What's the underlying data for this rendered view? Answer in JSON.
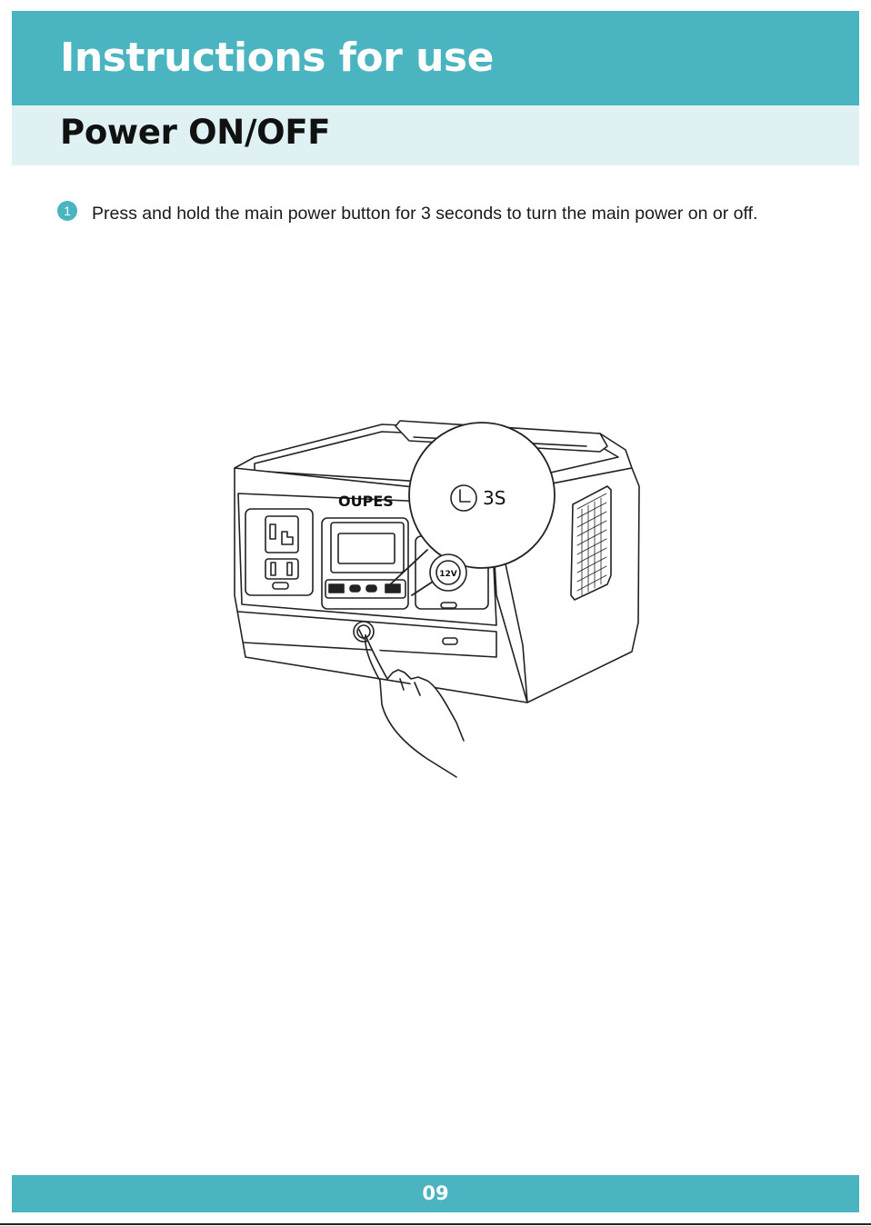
{
  "header": {
    "title": "Instructions for use"
  },
  "section": {
    "title": "Power ON/OFF"
  },
  "steps": [
    {
      "number": "1",
      "text": "Press and hold the main power button for 3 seconds to turn the main power on or off."
    }
  ],
  "illustration": {
    "brand": "OUPES",
    "timer_label": "3S",
    "port_label": "12V",
    "icons": [
      "clock-icon"
    ]
  },
  "footer": {
    "page_number": "09"
  },
  "colors": {
    "accent": "#4ab4c0",
    "accent_light": "#dff1f3"
  }
}
